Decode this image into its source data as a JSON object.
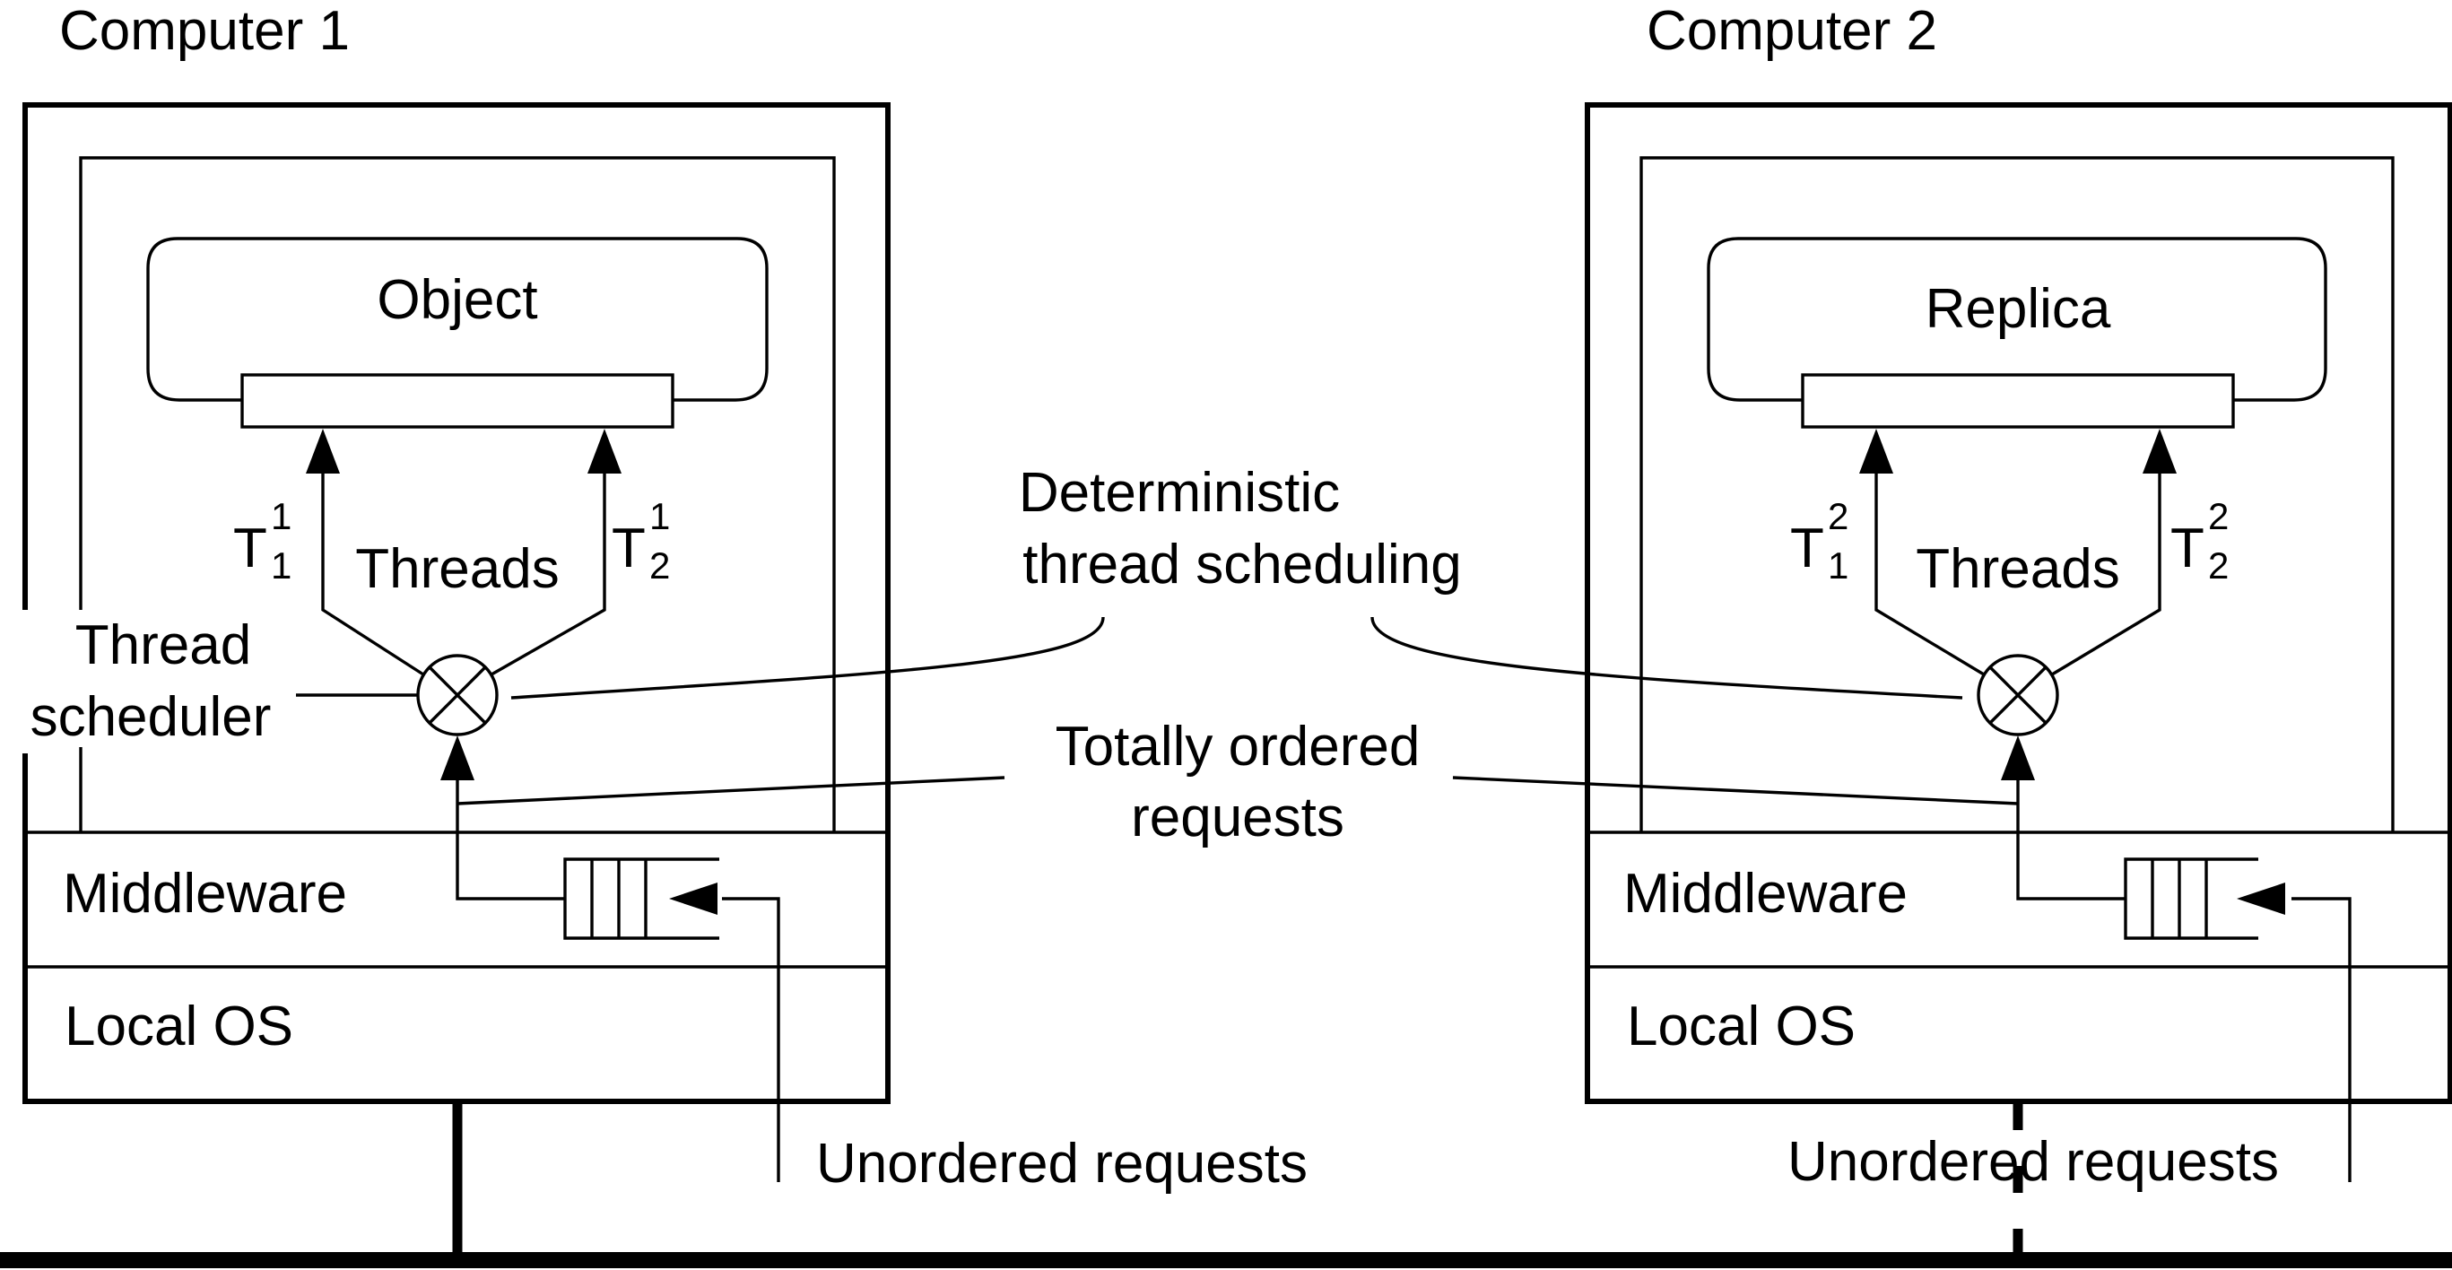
{
  "computer_1": {
    "title": "Computer 1",
    "object_label": "Object",
    "thread_1": {
      "letter": "T",
      "subscript": "1",
      "superscript": "1"
    },
    "thread_2": {
      "letter": "T",
      "subscript": "2",
      "superscript": "1"
    },
    "threads_label": "Threads",
    "scheduler_label_line1": "Thread",
    "scheduler_label_line2": "scheduler",
    "middleware_label": "Middleware",
    "local_os_label": "Local OS",
    "unordered_label": "Unordered requests"
  },
  "computer_2": {
    "title": "Computer 2",
    "object_label": "Replica",
    "thread_1": {
      "letter": "T",
      "subscript": "1",
      "superscript": "2"
    },
    "thread_2": {
      "letter": "T",
      "subscript": "2",
      "superscript": "2"
    },
    "threads_label": "Threads",
    "middleware_label": "Middleware",
    "local_os_label": "Local OS",
    "unordered_label": "Unordered requests"
  },
  "annotations": {
    "deterministic_line1": "Deterministic",
    "deterministic_line2": "thread scheduling",
    "ordered_line1": "Totally ordered",
    "ordered_line2": "requests"
  }
}
